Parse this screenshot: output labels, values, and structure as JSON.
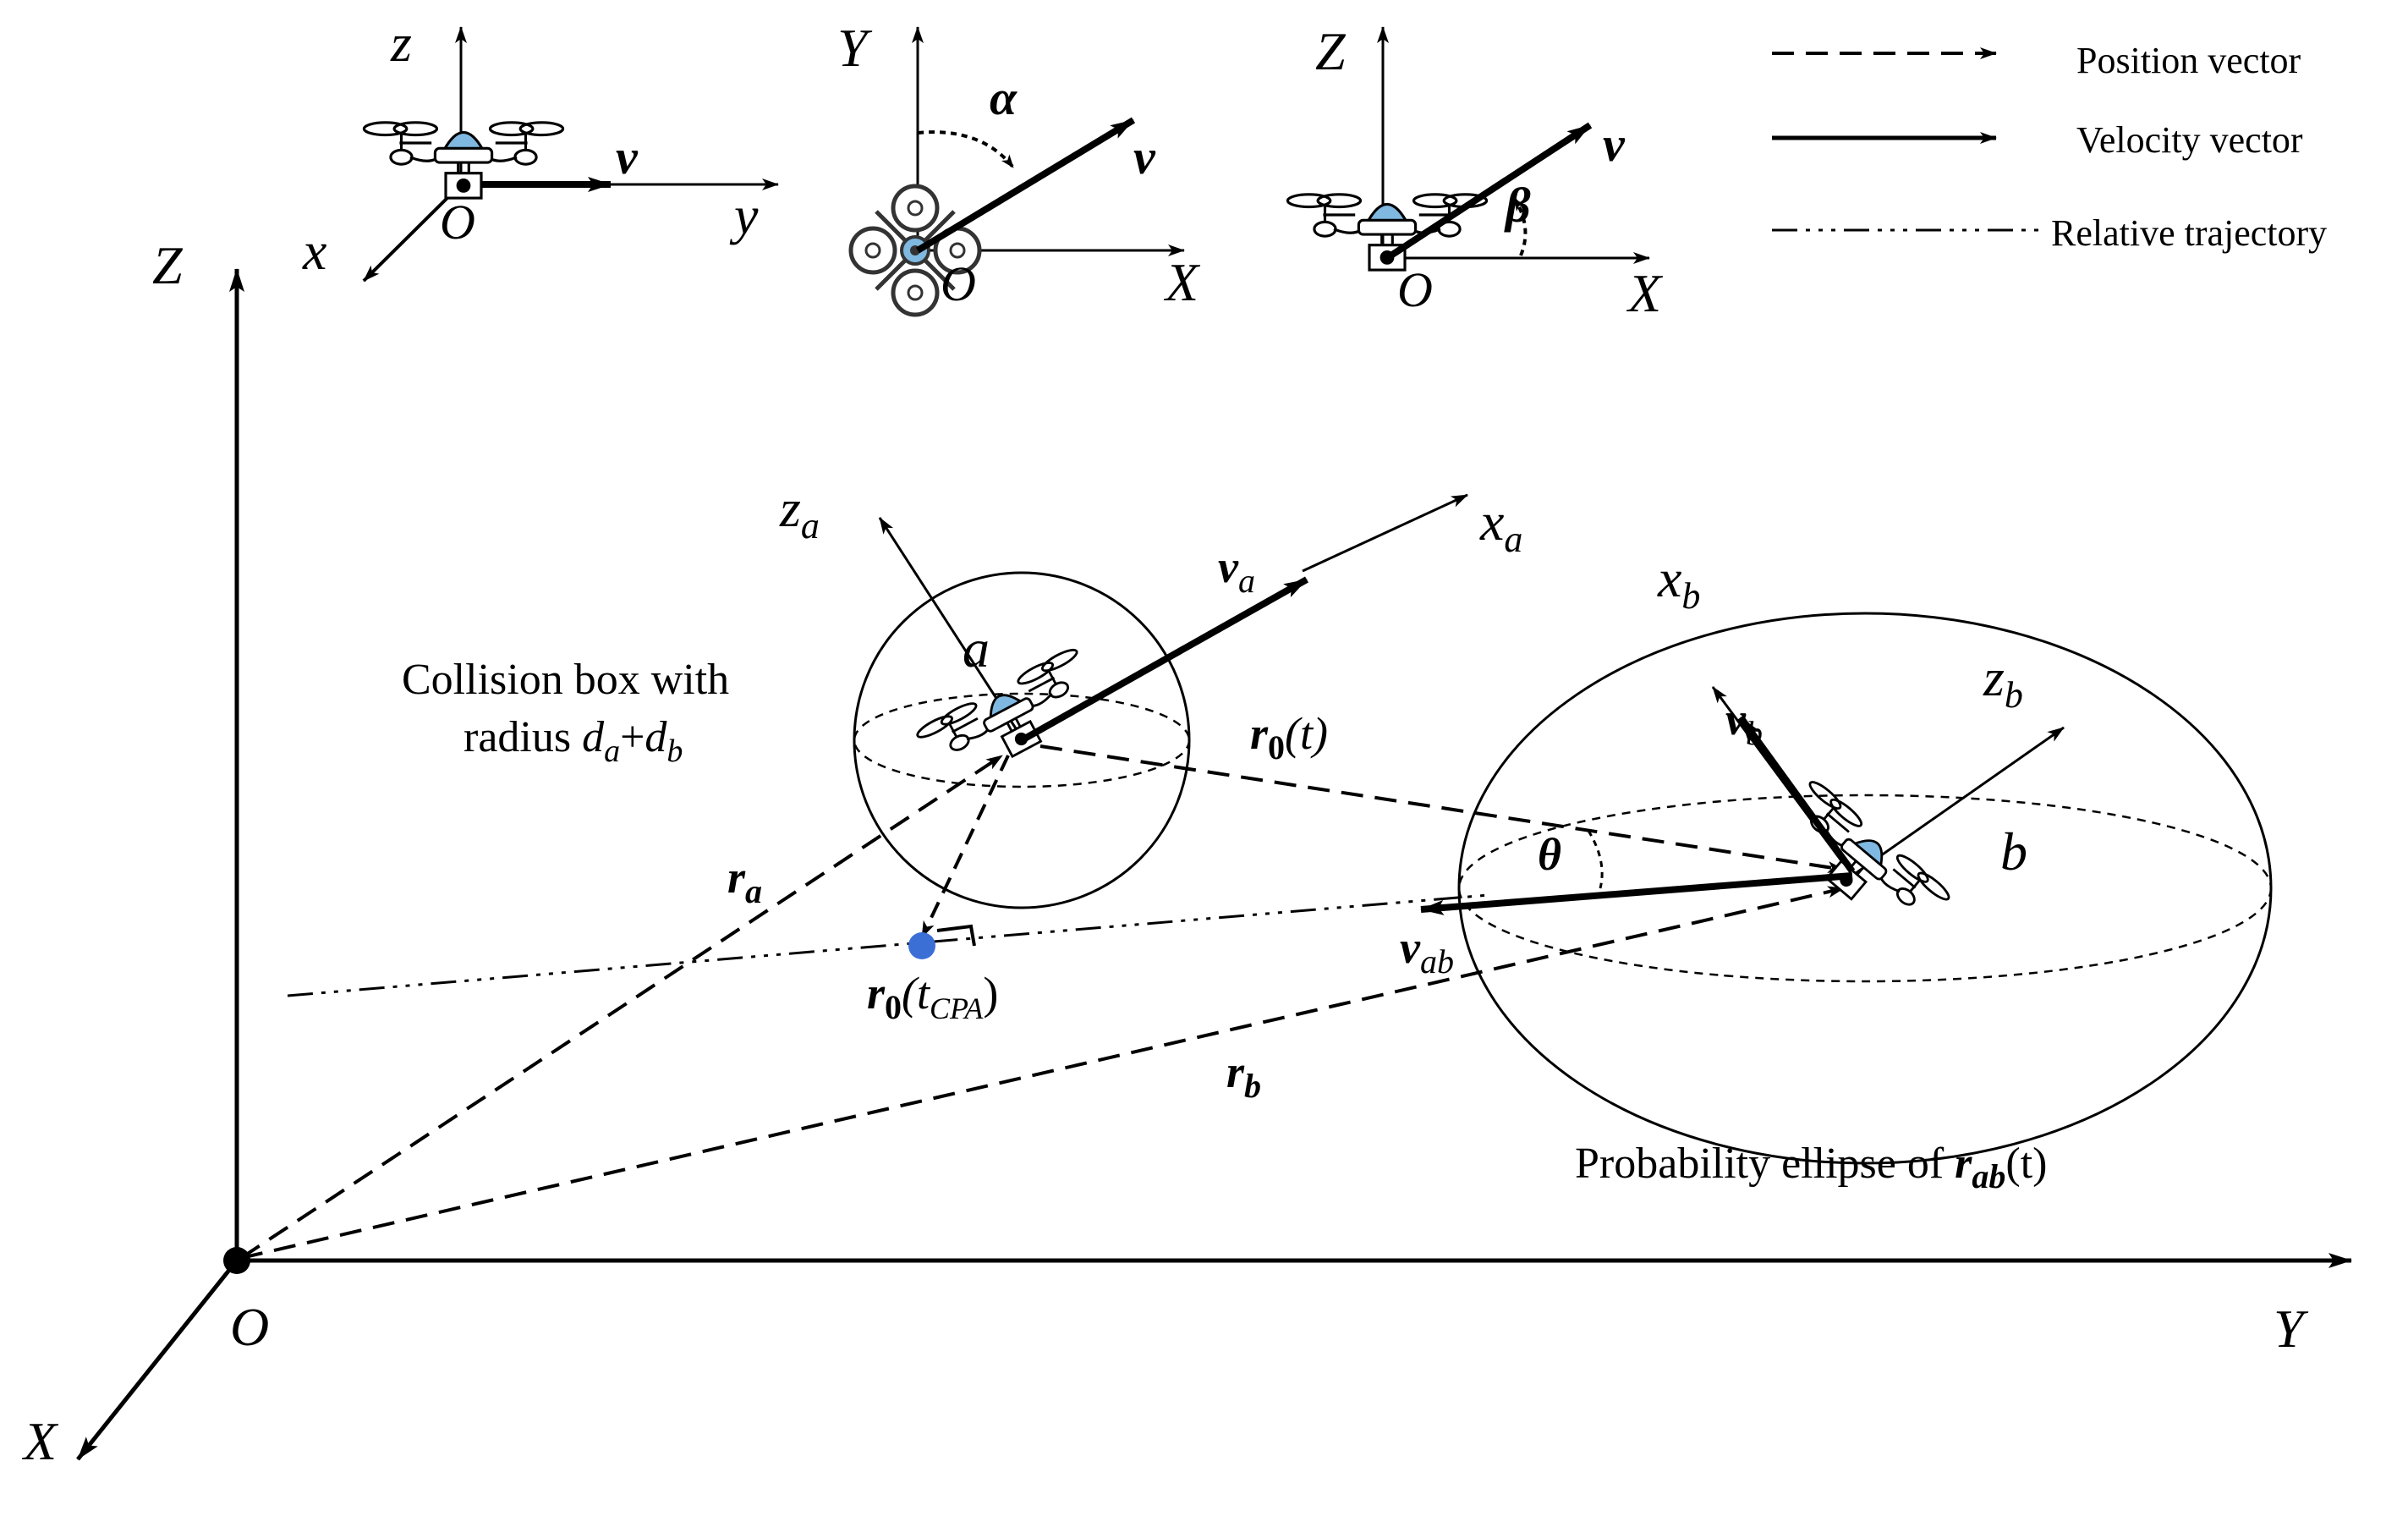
{
  "legend": {
    "position_vector": "Position vector",
    "velocity_vector": "Velocity vector",
    "relative_trajectory": "Relative trajectory"
  },
  "insets": {
    "body_frame": {
      "z": "z",
      "x": "x",
      "y": "y",
      "o": "O",
      "v": "v"
    },
    "top_view": {
      "Y": "Y",
      "X": "X",
      "o": "O",
      "v": "v",
      "angle": "α"
    },
    "side_view": {
      "Z": "Z",
      "X": "X",
      "o": "O",
      "v": "v",
      "angle": "β"
    }
  },
  "main_axes": {
    "Z": "Z",
    "Y": "Y",
    "X": "X",
    "o": "O"
  },
  "uav_a": {
    "label": "a",
    "x_axis": "x",
    "x_sub": "a",
    "z_axis": "z",
    "z_sub": "a",
    "velocity": "v",
    "velocity_sub": "a"
  },
  "uav_b": {
    "label": "b",
    "x_axis": "x",
    "x_sub": "b",
    "z_axis": "z",
    "z_sub": "b",
    "velocity": "v",
    "velocity_sub": "b"
  },
  "collision_box": {
    "line1": "Collision box with",
    "line2_prefix": "radius ",
    "d": "d",
    "sub_a": "a",
    "plus": "+",
    "sub_b": "b"
  },
  "vectors": {
    "r": "r",
    "r0_sub": "0",
    "t_paren": "(t)",
    "ra_sub": "a",
    "rb_sub": "b",
    "vab": "v",
    "vab_sub": "ab",
    "theta": "θ",
    "tcpa_open": "(t",
    "tcpa_sub": "CPA",
    "tcpa_close": ")"
  },
  "ellipse_caption": {
    "prefix": "Probability ellipse of ",
    "r": "r",
    "sub": "ab",
    "suffix": "(t)"
  },
  "colors": {
    "ink": "#000000",
    "drone_body": "#7fb8e0",
    "cpa_point": "#3b6fd6"
  }
}
